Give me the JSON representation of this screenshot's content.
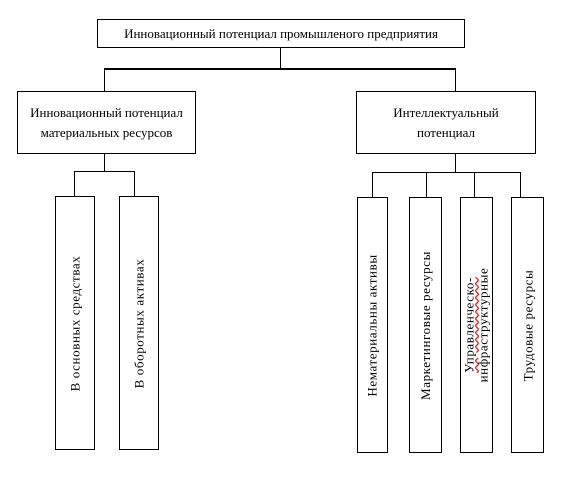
{
  "root": {
    "label": "Инновационный потенциал промышленого предприятия"
  },
  "left_group": {
    "label_line1": "Инновационный потенциал",
    "label_line2": "материальных ресурсов",
    "children": [
      {
        "label": "В основных средствах"
      },
      {
        "label": "В оборотных активах"
      }
    ]
  },
  "right_group": {
    "label_line1": "Интеллектуальный",
    "label_line2": "потенциал",
    "children": [
      {
        "label": "Нематериальны активы"
      },
      {
        "label": "Маркетинговые ресурсы"
      },
      {
        "label_line1": "Управленческо-",
        "label_line2": "инфраструктурные"
      },
      {
        "label": "Трудовые ресурсы"
      }
    ]
  },
  "colors": {
    "line": "#000000",
    "background": "#ffffff",
    "spellcheck_underline": "#dd2222"
  }
}
